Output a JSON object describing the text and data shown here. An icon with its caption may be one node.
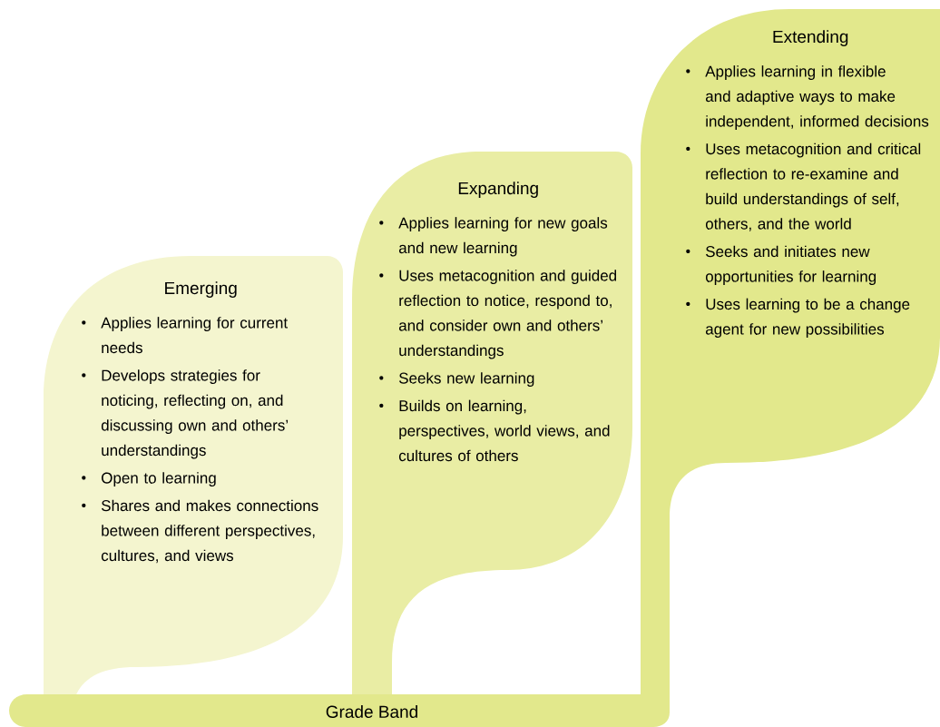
{
  "diagram": {
    "nodes": [
      {
        "text": [
          "Emerging",
          "Applies learning for current needs",
          "Develops strategies for noticing, reflecting on, and discussing own and others’ understandings",
          "Open to learning",
          "Shares and makes connections between different perspectives, cultures, and views"
        ]
      },
      {
        "text": [
          "Expanding",
          "Applies learning for new goals and new learning",
          "Uses metacognition and guided reflection to notice, respond to, and consider own and others’ understandings",
          "Seeks new learning",
          "Builds on learning, perspectives, world views, and cultures of others"
        ]
      },
      {
        "text": [
          "Extending",
          "Applies learning in flexible and adaptive ways to make independent, informed decisions",
          "Uses metacognition and critical reflection to re-examine and build understandings of self, others, and the world",
          "Seeks and initiates new opportunities for learning",
          "Uses learning to be a change agent for new possibilities"
        ]
      },
      {
        "text": [
          "Grade Band"
        ]
      }
    ]
  }
}
